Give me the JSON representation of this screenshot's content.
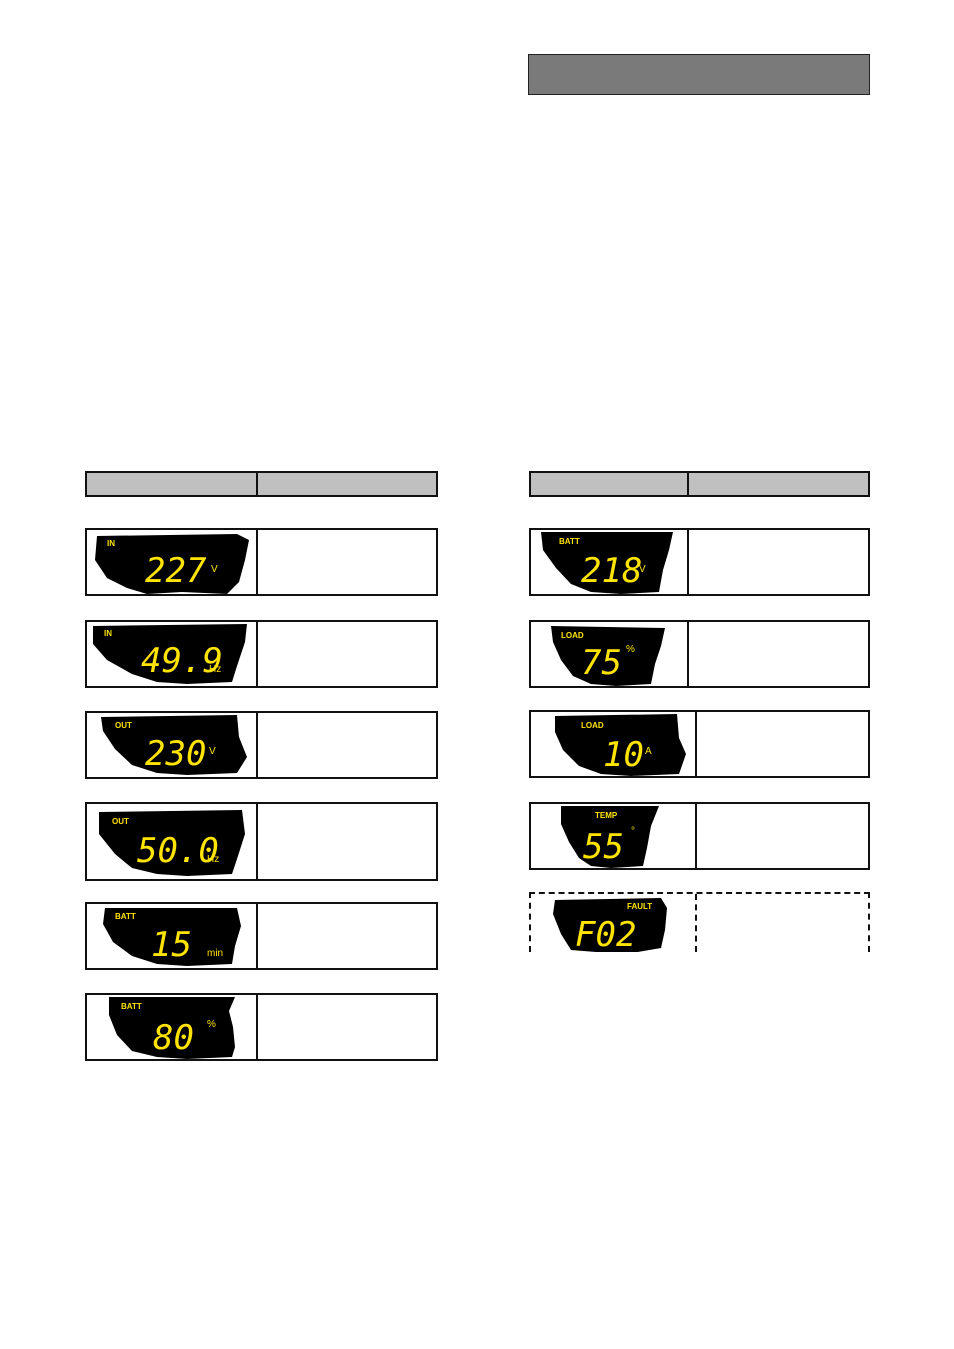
{
  "left_table": {
    "rows": [
      {
        "label": "IN",
        "value": "227",
        "unit": "V"
      },
      {
        "label": "IN",
        "value": "49.9",
        "unit": "Hz"
      },
      {
        "label": "OUT",
        "value": "230",
        "unit": "V"
      },
      {
        "label": "OUT",
        "value": "50.0",
        "unit": "Hz"
      },
      {
        "label": "BATT",
        "value": "15",
        "unit": "min"
      },
      {
        "label": "BATT",
        "value": "80",
        "unit": "%"
      }
    ]
  },
  "right_table": {
    "rows": [
      {
        "label": "BATT",
        "value": "218",
        "unit": "V"
      },
      {
        "label": "LOAD",
        "value": "75",
        "unit": "%"
      },
      {
        "label": "LOAD",
        "value": "10",
        "unit": "A"
      },
      {
        "label": "TEMP",
        "value": "55",
        "unit": "°"
      },
      {
        "label": "FAULT",
        "value": "F02",
        "unit": ""
      }
    ]
  }
}
